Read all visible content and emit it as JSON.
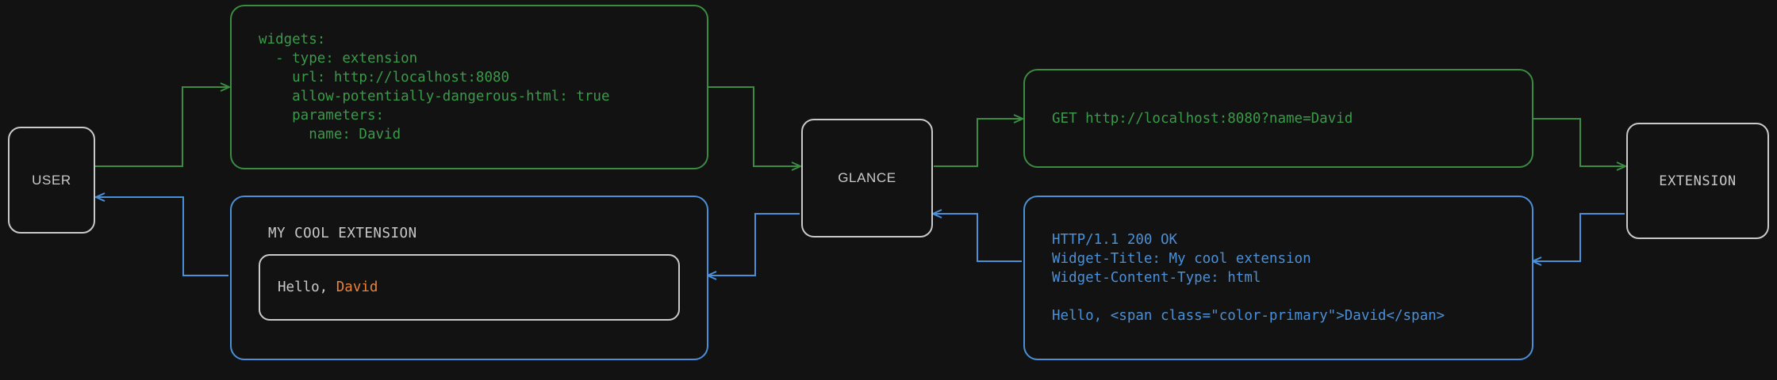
{
  "colors": {
    "background": "#111211",
    "request_green": "#3a8c42",
    "response_blue": "#4a90d9",
    "node_border": "#c9c9c9",
    "accent_orange": "#e8833a"
  },
  "nodes": {
    "user": "USER",
    "glance": "GLANCE",
    "extension": "EXTENSION"
  },
  "boxes": {
    "yaml_config": "widgets:\n  - type: extension\n    url: http://localhost:8080\n    allow-potentially-dangerous-html: true\n    parameters:\n      name: David",
    "http_request": "GET http://localhost:8080?name=David",
    "http_response": "HTTP/1.1 200 OK\nWidget-Title: My cool extension\nWidget-Content-Type: html\n\nHello, <span class=\"color-primary\">David</span>"
  },
  "widget": {
    "title": "MY COOL EXTENSION",
    "greeting_prefix": "Hello, ",
    "greeting_name": "David"
  }
}
